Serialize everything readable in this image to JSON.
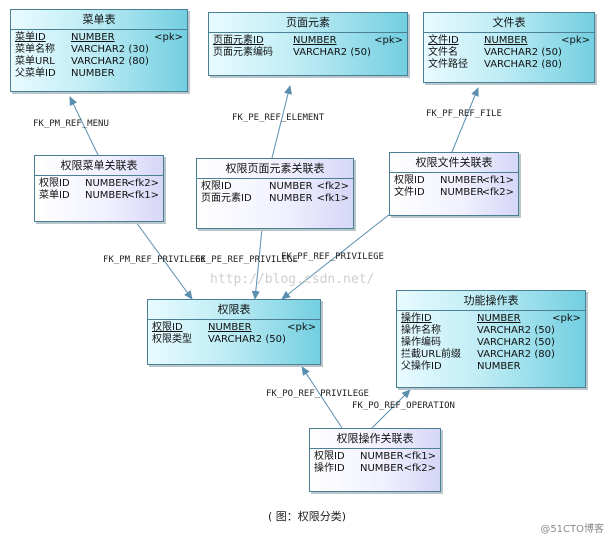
{
  "entities": {
    "menu": {
      "title": "菜单表",
      "rows": [
        {
          "name": "菜单ID",
          "type": "NUMBER",
          "key": "<pk>"
        },
        {
          "name": "菜单名称",
          "type": "VARCHAR2 (30)",
          "key": ""
        },
        {
          "name": "菜单URL",
          "type": "VARCHAR2 (80)",
          "key": ""
        },
        {
          "name": "父菜单ID",
          "type": "NUMBER",
          "key": ""
        }
      ]
    },
    "element": {
      "title": "页面元素",
      "rows": [
        {
          "name": "页面元素ID",
          "type": "NUMBER",
          "key": "<pk>"
        },
        {
          "name": "页面元素编码",
          "type": "VARCHAR2 (50)",
          "key": ""
        }
      ]
    },
    "file": {
      "title": "文件表",
      "rows": [
        {
          "name": "文件ID",
          "type": "NUMBER",
          "key": "<pk>"
        },
        {
          "name": "文件名",
          "type": "VARCHAR2 (50)",
          "key": ""
        },
        {
          "name": "文件路径",
          "type": "VARCHAR2 (80)",
          "key": ""
        }
      ]
    },
    "pm": {
      "title": "权限菜单关联表",
      "rows": [
        {
          "name": "权限ID",
          "type": "NUMBER",
          "key": "<fk2>"
        },
        {
          "name": "菜单ID",
          "type": "NUMBER",
          "key": "<fk1>"
        }
      ]
    },
    "pe": {
      "title": "权限页面元素关联表",
      "rows": [
        {
          "name": "权限ID",
          "type": "NUMBER",
          "key": "<fk2>"
        },
        {
          "name": "页面元素ID",
          "type": "NUMBER",
          "key": "<fk1>"
        }
      ]
    },
    "pf": {
      "title": "权限文件关联表",
      "rows": [
        {
          "name": "权限ID",
          "type": "NUMBER",
          "key": "<fk1>"
        },
        {
          "name": "文件ID",
          "type": "NUMBER",
          "key": "<fk2>"
        }
      ]
    },
    "priv": {
      "title": "权限表",
      "rows": [
        {
          "name": "权限ID",
          "type": "NUMBER",
          "key": "<pk>"
        },
        {
          "name": "权限类型",
          "type": "VARCHAR2 (50)",
          "key": ""
        }
      ]
    },
    "op": {
      "title": "功能操作表",
      "rows": [
        {
          "name": "操作ID",
          "type": "NUMBER",
          "key": "<pk>"
        },
        {
          "name": "操作名称",
          "type": "VARCHAR2 (50)",
          "key": ""
        },
        {
          "name": "操作编码",
          "type": "VARCHAR2 (50)",
          "key": ""
        },
        {
          "name": "拦截URL前缀",
          "type": "VARCHAR2 (80)",
          "key": ""
        },
        {
          "name": "父操作ID",
          "type": "NUMBER",
          "key": ""
        }
      ]
    },
    "po": {
      "title": "权限操作关联表",
      "rows": [
        {
          "name": "权限ID",
          "type": "NUMBER",
          "key": "<fk1>"
        },
        {
          "name": "操作ID",
          "type": "NUMBER",
          "key": "<fk2>"
        }
      ]
    }
  },
  "relations": {
    "pm_menu": "FK_PM_REF_MENU",
    "pe_element": "FK_PE_REF_ELEMENT",
    "pf_file": "FK_PF_REF_FILE",
    "pm_priv": "FK_PM_REF_PRIVILEGE",
    "pe_priv": "FK_PE_REF_PRIVILEGE",
    "pf_priv": "FK_PF_REF_PRIVILEGE",
    "po_priv": "FK_PO_REF_PRIVILEGE",
    "po_op": "FK_PO_REF_OPERATION"
  },
  "watermark": "http://blog.csdn.net/",
  "caption": "( 图：权限分类)",
  "brand": "@51CTO博客",
  "colors": {
    "entity_border": "#4b7f93",
    "teal_fill": "#73cfe0",
    "lavender_fill": "#d6d6f7",
    "line": "#5a8fb0"
  }
}
